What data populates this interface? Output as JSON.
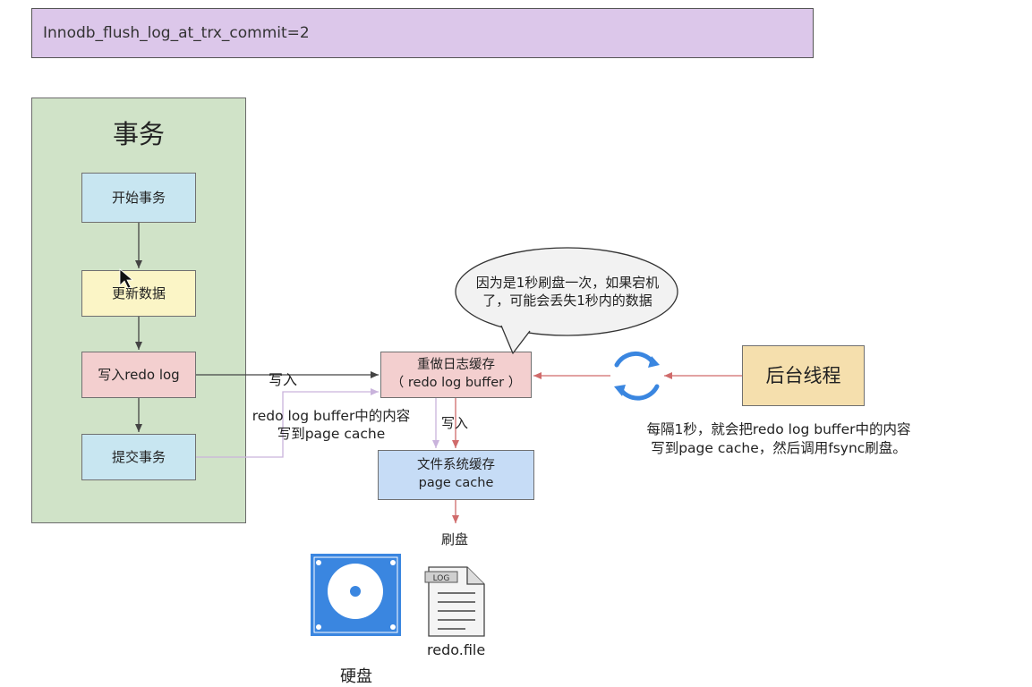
{
  "banner": {
    "text": "Innodb_flush_log_at_trx_commit=2"
  },
  "transaction": {
    "title": "事务",
    "steps": {
      "begin": "开始事务",
      "update": "更新数据",
      "write_redo": "写入redo log",
      "commit": "提交事务"
    }
  },
  "redo_buffer": {
    "line1": "重做日志缓存",
    "line2": "（ redo log buffer ）"
  },
  "page_cache": {
    "line1": "文件系统缓存",
    "line2": "page cache"
  },
  "background_thread": {
    "label": "后台线程"
  },
  "speech_bubble": {
    "line1": "因为是1秒刷盘一次，如果宕机",
    "line2": "了，可能会丢失1秒内的数据"
  },
  "edge_labels": {
    "write_to_buffer": "写入",
    "write_to_cache": "写入",
    "flush": "刷盘",
    "commit_note_line1": "redo log buffer中的内容",
    "commit_note_line2": "写到page cache",
    "background_note_line1": "每隔1秒，就会把redo log buffer中的内容",
    "background_note_line2": "写到page cache，然后调用fsync刷盘。"
  },
  "file_icon": {
    "tag": "LOG",
    "label": "redo.file"
  },
  "disk": {
    "label": "硬盘"
  },
  "colors": {
    "banner": "#dcc7ea",
    "transaction_panel": "#d0e3c8",
    "box_blue": "#c8e6f1",
    "box_yellow": "#fbf5c6",
    "box_pink": "#f3cfcf",
    "box_light_blue": "#c6dcf6",
    "box_orange": "#f5dfad",
    "arrow_dark": "#444444",
    "arrow_red": "#d06b6b",
    "arrow_lavender": "#c9b3dc",
    "cycle_icon": "#3a86e0",
    "disk_icon": "#3a86e0"
  },
  "icons": {
    "cycle": "refresh-cycle-icon",
    "disk": "hard-disk-icon",
    "file": "log-file-icon",
    "cursor": "mouse-cursor-icon"
  }
}
